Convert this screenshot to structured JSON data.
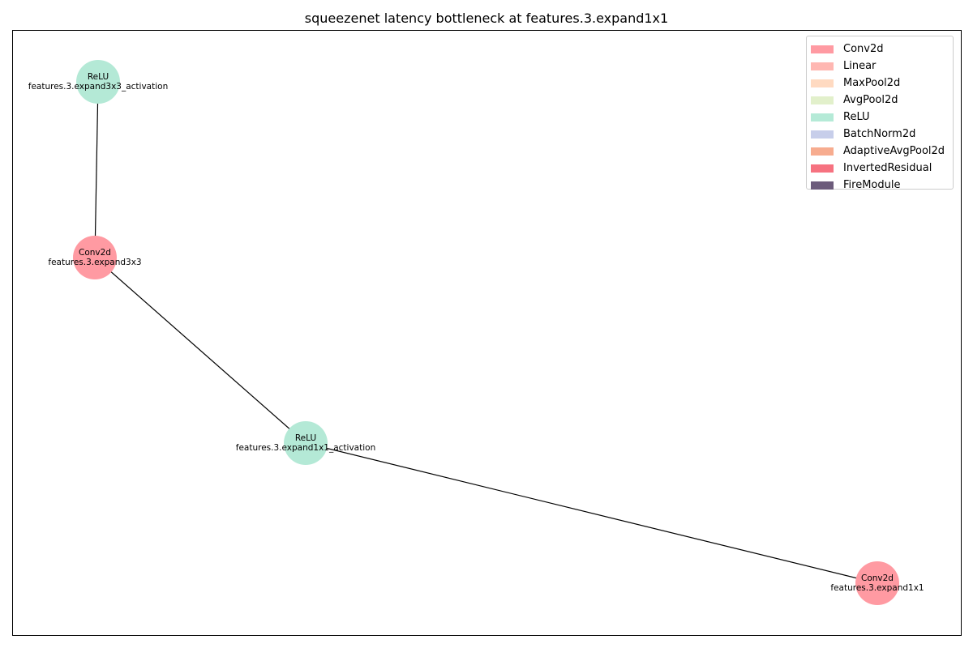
{
  "title": "squeezenet latency bottleneck at features.3.expand1x1",
  "nodes": [
    {
      "id": "n_relu3x3",
      "type": "ReLU",
      "name": "features.3.expand3x3_activation",
      "color": "#b4e9d6"
    },
    {
      "id": "n_conv3x3",
      "type": "Conv2d",
      "name": "features.3.expand3x3",
      "color": "#ff9aa2"
    },
    {
      "id": "n_relu1x1",
      "type": "ReLU",
      "name": "features.3.expand1x1_activation",
      "color": "#b4e9d6"
    },
    {
      "id": "n_conv1x1",
      "type": "Conv2d",
      "name": "features.3.expand1x1",
      "color": "#ff9aa2"
    }
  ],
  "edges": [
    {
      "from": "n_relu3x3",
      "to": "n_conv3x3"
    },
    {
      "from": "n_conv3x3",
      "to": "n_relu1x1"
    },
    {
      "from": "n_relu1x1",
      "to": "n_conv1x1"
    }
  ],
  "legend": [
    {
      "label": "Conv2d",
      "color": "#ff9aa2"
    },
    {
      "label": "Linear",
      "color": "#ffb7b2"
    },
    {
      "label": "MaxPool2d",
      "color": "#ffdac1"
    },
    {
      "label": "AvgPool2d",
      "color": "#e2f0cb"
    },
    {
      "label": "ReLU",
      "color": "#b5ead7"
    },
    {
      "label": "BatchNorm2d",
      "color": "#c7ceea"
    },
    {
      "label": "AdaptiveAvgPool2d",
      "color": "#f7ac8f"
    },
    {
      "label": "InvertedResidual",
      "color": "#f67280"
    },
    {
      "label": "FireModule",
      "color": "#6c5b7b"
    }
  ]
}
